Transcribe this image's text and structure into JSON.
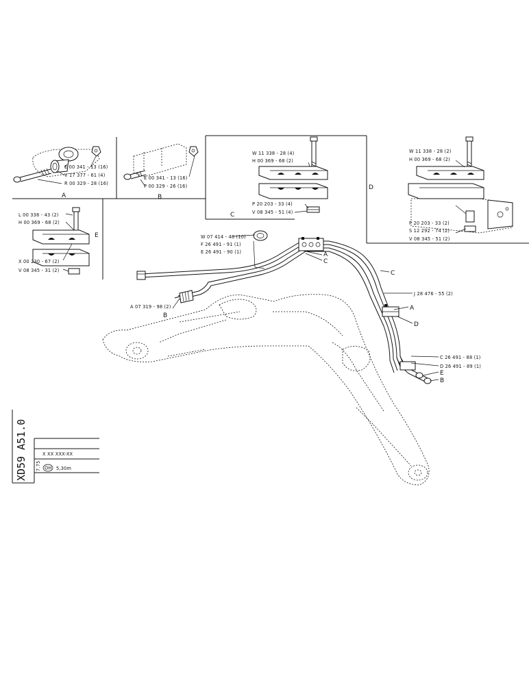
{
  "panels": {
    "a": {
      "letter": "A",
      "parts": [
        "E 00 341 - 13 (16)",
        "V 17 377 - 61 (4)",
        "R 00 329 - 28 (16)"
      ]
    },
    "b": {
      "letter": "B",
      "parts": [
        "E 00 341 - 13 (16)",
        "P 00 329 - 26 (16)"
      ]
    },
    "c": {
      "letter": "C",
      "parts": [
        "W 11 338 - 28 (4)",
        "H 00 369 - 68 (2)",
        "P 20 203 - 33 (4)",
        "V 08 345 - 51 (4)"
      ]
    },
    "d": {
      "letter": "D",
      "parts": [
        "W 11 338 - 28 (2)",
        "H 00 369 - 68 (2)",
        "P 20 203 - 33 (2)",
        "S 12 292 - 74 (2)",
        "V 08 345 - 51 (2)"
      ]
    },
    "e": {
      "letter": "E",
      "parts": [
        "L 00 338 - 43 (2)",
        "H 00 369 - 68 (2)",
        "X 00 230 - 67 (2)",
        "V 08 345 - 31 (2)"
      ]
    }
  },
  "main": {
    "upper_left": [
      "W 07 414 - 48 (10)",
      "F 26 491 - 91 (1)",
      "E 26 491 - 90 (1)"
    ],
    "fitting": "A 07 319 - 98 (2)",
    "fitting_letter": "B",
    "manifold_letters": [
      "A",
      "C"
    ],
    "pipe_j": "J 28 476 - 55 (2)",
    "right_letters": [
      "C",
      "A",
      "D"
    ],
    "lower_right": [
      "C 26 491 - 88 (1)",
      "D 26 491 - 89 (1)"
    ],
    "lower_letters": [
      "E",
      "B"
    ]
  },
  "title_block": {
    "code": "XD59 A51.0",
    "ref": "X XX XXX-XX",
    "date": "7.75",
    "oh": "OH",
    "length": "5,30m"
  }
}
